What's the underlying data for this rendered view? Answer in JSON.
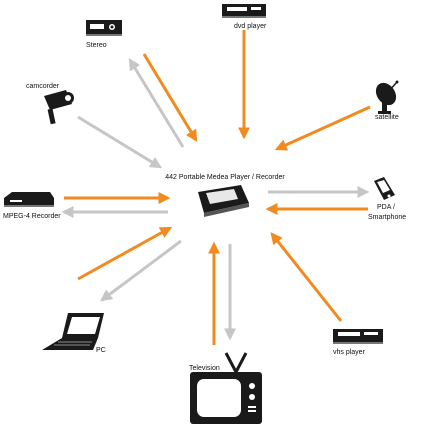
{
  "colors": {
    "orange": "#f18a1f",
    "gray": "#c6c6c6",
    "device": "#1a1a1a",
    "background": "#ffffff"
  },
  "center": {
    "label": "442 Portable Medea Player / Recorder",
    "icon": "portable-media-player-icon"
  },
  "devices": [
    {
      "key": "stereo",
      "label": "Stereo",
      "icon": "stereo-icon"
    },
    {
      "key": "dvd",
      "label": "dvd player",
      "icon": "dvd-player-icon"
    },
    {
      "key": "satellite",
      "label": "satellite",
      "icon": "satellite-dish-icon"
    },
    {
      "key": "camcorder",
      "label": "camcorder",
      "icon": "camcorder-icon"
    },
    {
      "key": "pda_line1",
      "label": "PDA /",
      "icon": "pda-icon"
    },
    {
      "key": "pda_line2",
      "label": "Smartphone",
      "icon": ""
    },
    {
      "key": "mpeg4",
      "label": "MPEG-4 Recorder",
      "icon": "mpeg4-recorder-icon"
    },
    {
      "key": "pc",
      "label": "PC",
      "icon": "laptop-icon"
    },
    {
      "key": "vhs",
      "label": "vhs player",
      "icon": "vhs-player-icon"
    },
    {
      "key": "tv",
      "label": "Television",
      "icon": "television-icon"
    }
  ]
}
